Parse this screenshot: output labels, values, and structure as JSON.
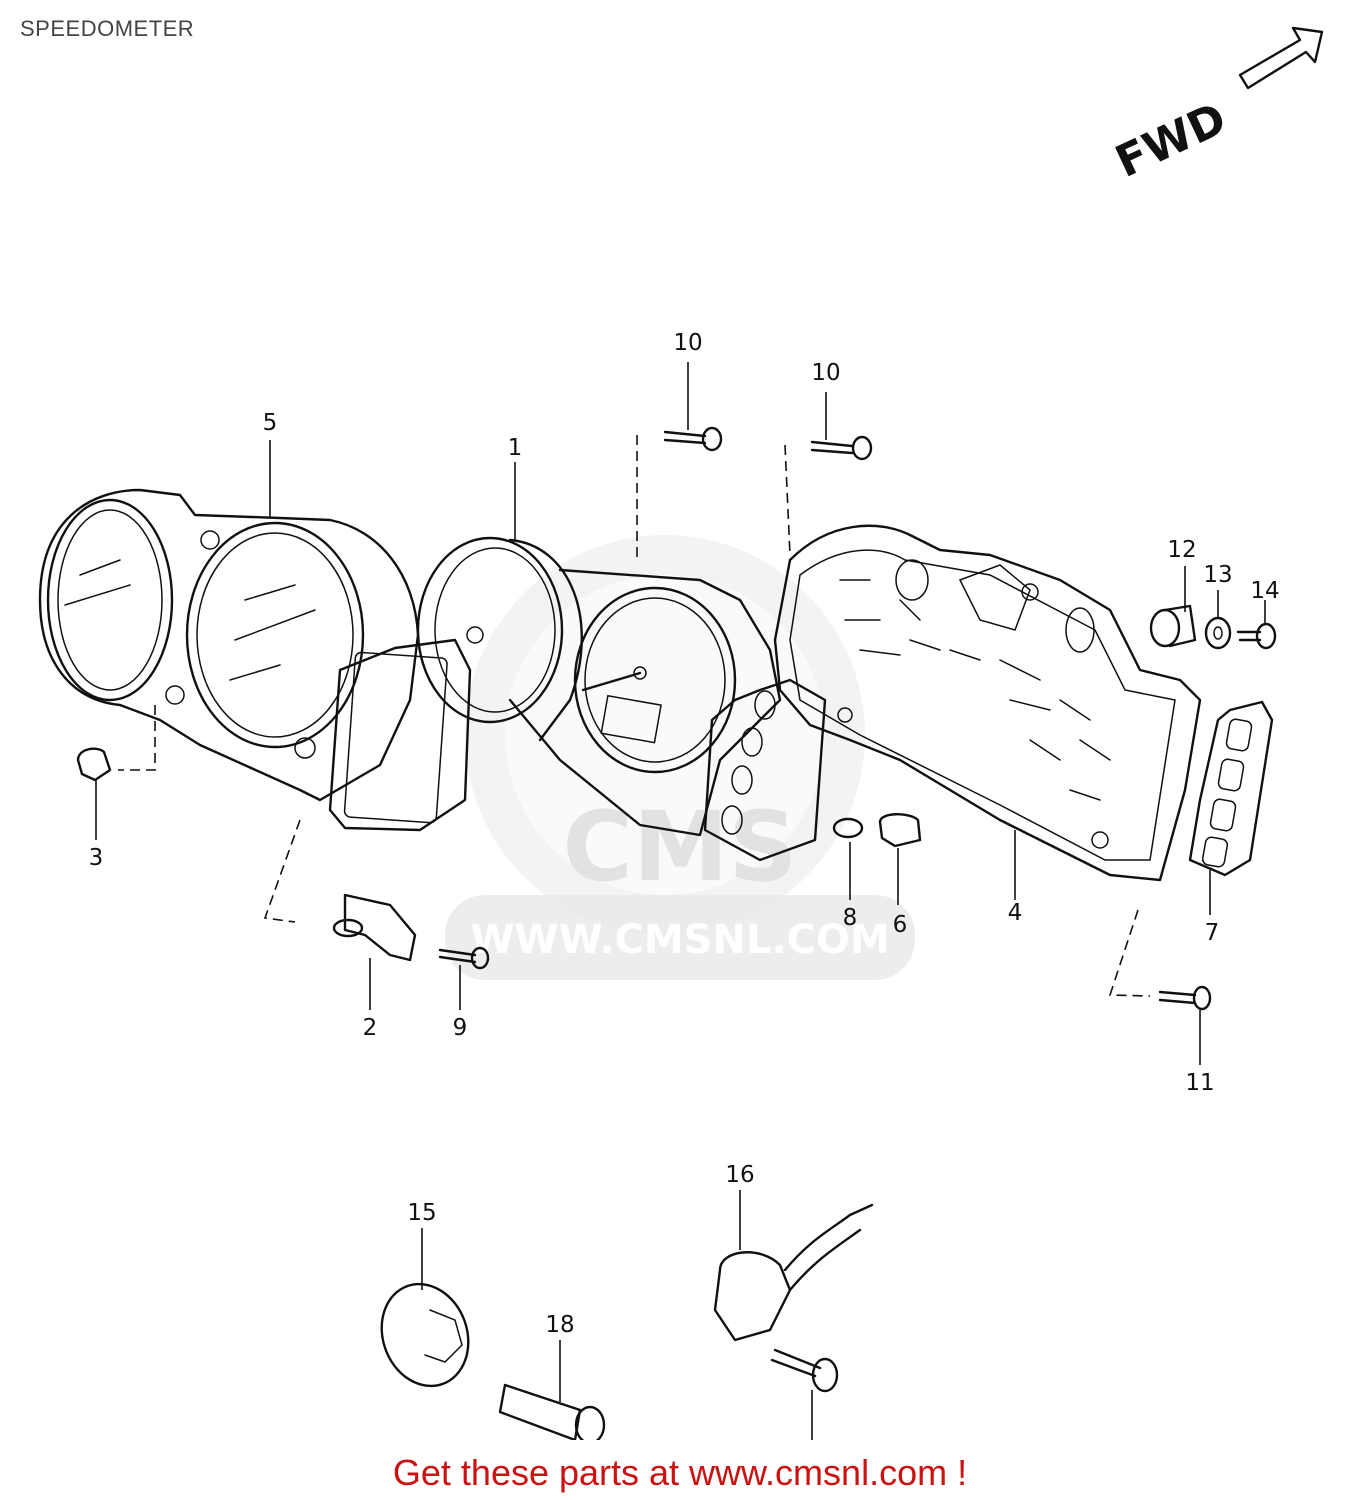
{
  "header": {
    "title": "SPEEDOMETER"
  },
  "orientation": {
    "label": "FWD"
  },
  "watermark": {
    "text": "WWW.CMSNL.COM",
    "logo_text": "CMS"
  },
  "callouts": [
    "1",
    "2",
    "3",
    "4",
    "5",
    "6",
    "7",
    "8",
    "9",
    "10",
    "10",
    "11",
    "12",
    "13",
    "14",
    "15",
    "16",
    "18",
    "7"
  ],
  "footer": {
    "link_text": "Get these parts at www.cmsnl.com !",
    "color": "#cc1111"
  },
  "colors": {
    "line": "#111111",
    "watermark": "#e9e9e9"
  }
}
